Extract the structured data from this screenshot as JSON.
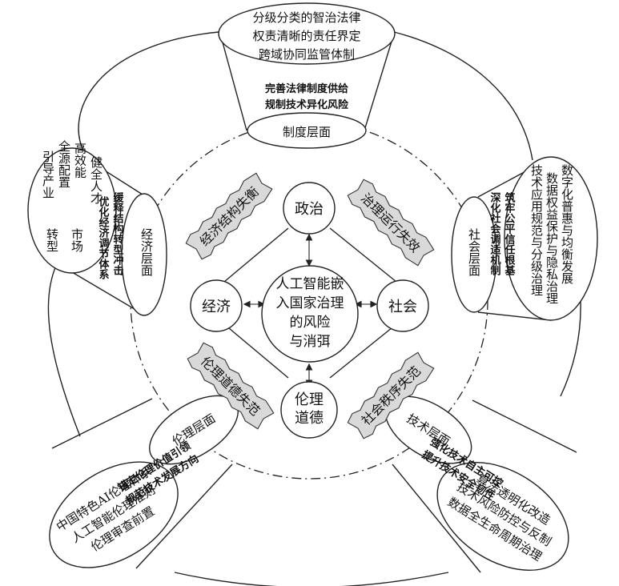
{
  "center": {
    "lines": [
      "人工智能嵌",
      "入国家治理",
      "的风险",
      "与消弭"
    ]
  },
  "nodes": {
    "politics": "政治",
    "economy": "经济",
    "society": "社会",
    "ethics": [
      "伦理",
      "道德"
    ]
  },
  "risks": {
    "economy_structure": "经济结构失衡",
    "governance": "治理运行失效",
    "ethics_norms": "伦理道德失范",
    "social_order": "社会秩序失范"
  },
  "cones": {
    "institutional": {
      "outer": [
        "分级分类的智治法律",
        "权责清晰的责任界定",
        "跨域协同监管体制"
      ],
      "bold": [
        "完善法律制度供给",
        "规制技术异化风险"
      ],
      "level": "制度层面"
    },
    "economic": {
      "outer": [
        "高效能",
        "健全人才",
        "引导产业",
        "转型",
        "全源配置",
        "市场"
      ],
      "bold": [
        "缓释结构转型冲击",
        "优化经济调节体系"
      ],
      "level": "经济层面"
    },
    "social": {
      "outer": [
        "数字化普惠与均衡发展",
        "数据权益保护与隐私治理",
        "技术应用规范与分级治理"
      ],
      "bold": [
        "筑牢公平信任根基",
        "深化社会调适机制"
      ],
      "level": "社会层面"
    },
    "ethical": {
      "outer": [
        "中国特色AI伦理体系",
        "人工智能伦理准则",
        "伦理审查前置"
      ],
      "bold": [
        "锚定伦理价值引领",
        "规范技术发展方向"
      ],
      "level": "伦理层面"
    },
    "technical": {
      "outer": [
        "算法透明化改造",
        "技术风险防控与反制",
        "数据全生命周期治理"
      ],
      "bold": [
        "强化技术自主可控",
        "提升技术安全韧性"
      ],
      "level": "技术层面"
    }
  }
}
